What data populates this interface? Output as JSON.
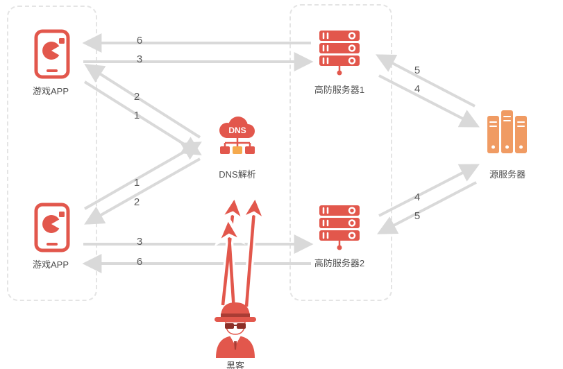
{
  "nodes": {
    "app1": {
      "label": "游戏APP"
    },
    "app2": {
      "label": "游戏APP"
    },
    "dns": {
      "label": "DNS解析",
      "badge": "DNS"
    },
    "server1": {
      "label": "高防服务器1"
    },
    "server2": {
      "label": "高防服务器2"
    },
    "origin": {
      "label": "源服务器"
    },
    "hacker": {
      "label": "黑客"
    }
  },
  "flow_labels": {
    "app1_from_server1": "6",
    "app1_to_server1": "3",
    "app1_from_dns": "2",
    "app1_to_dns": "1",
    "app2_to_dns": "1",
    "app2_from_dns": "2",
    "app2_to_server2": "3",
    "app2_from_server2": "6",
    "server1_from_origin": "5",
    "server1_to_origin": "4",
    "server2_to_origin": "4",
    "server2_from_origin": "5"
  },
  "colors": {
    "accent-red": "#e2574c",
    "dark-red": "#a93c34",
    "glasses-red": "#8c2f27",
    "origin-orange": "#f09b63",
    "dns-node-orange": "#f5aa4e",
    "arrow-gray": "#d9d9d9",
    "text-gray": "#595959",
    "border-gray": "#e4e4e4"
  }
}
